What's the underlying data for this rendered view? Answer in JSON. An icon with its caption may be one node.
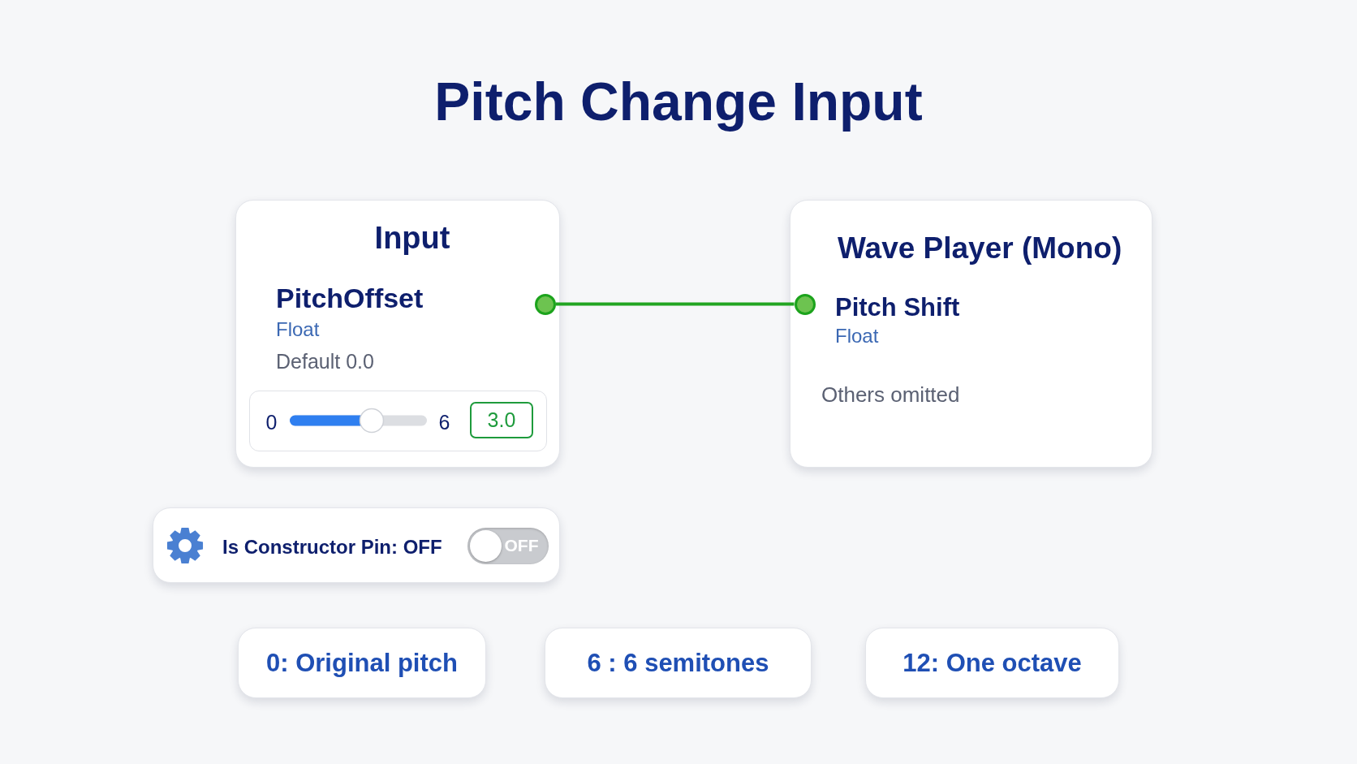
{
  "diagram": {
    "title": "Pitch Change Input",
    "nodes": [
      {
        "text": [
          "Input",
          "PitchOffset",
          "Float",
          "Default 0.0"
        ]
      },
      {
        "text": [
          "0",
          "6"
        ],
        "in": 0
      },
      {
        "text": [
          "3.0"
        ],
        "in": 1
      },
      {
        "text": [],
        "shape": "circle",
        "in": 0
      },
      {
        "text": [
          "Wave Player (Mono)",
          "Pitch Shift",
          "Float",
          "Others omitted"
        ]
      },
      {
        "text": [],
        "shape": "circle",
        "in": 4
      },
      {
        "text": [
          "Is Constructor Pin: OFF"
        ]
      },
      {
        "text": [
          "OFF"
        ],
        "in": 6
      },
      {
        "text": [
          "0: Original pitch"
        ]
      },
      {
        "text": [
          "6 : 6 semitones"
        ]
      },
      {
        "text": [
          "12: One octave"
        ]
      }
    ],
    "edges": [
      {
        "from": 3,
        "to": 5,
        "arrow": "none"
      }
    ]
  }
}
